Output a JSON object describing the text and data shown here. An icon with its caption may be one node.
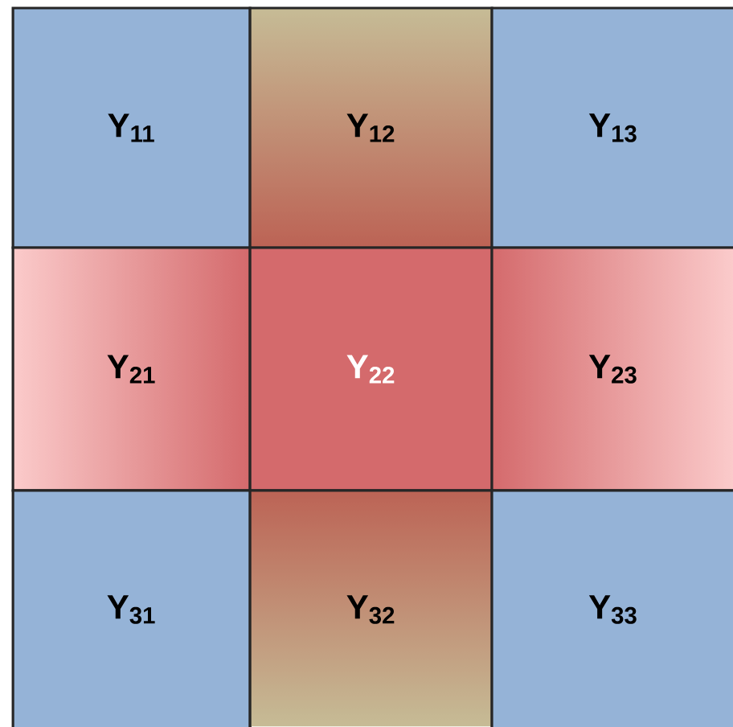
{
  "diagram": {
    "nodes": [
      {
        "text": [
          "Y$_{11}$"
        ]
      },
      {
        "text": [
          "Y$_{12}$"
        ]
      },
      {
        "text": [
          "Y$_{13}$"
        ]
      },
      {
        "text": [
          "Y$_{21}$"
        ]
      },
      {
        "text": [
          "Y$_{22}$"
        ]
      },
      {
        "text": [
          "Y$_{23}$"
        ]
      },
      {
        "text": [
          "Y$_{31}$"
        ]
      },
      {
        "text": [
          "Y$_{32}$"
        ]
      },
      {
        "text": [
          "Y$_{33}$"
        ]
      }
    ]
  }
}
